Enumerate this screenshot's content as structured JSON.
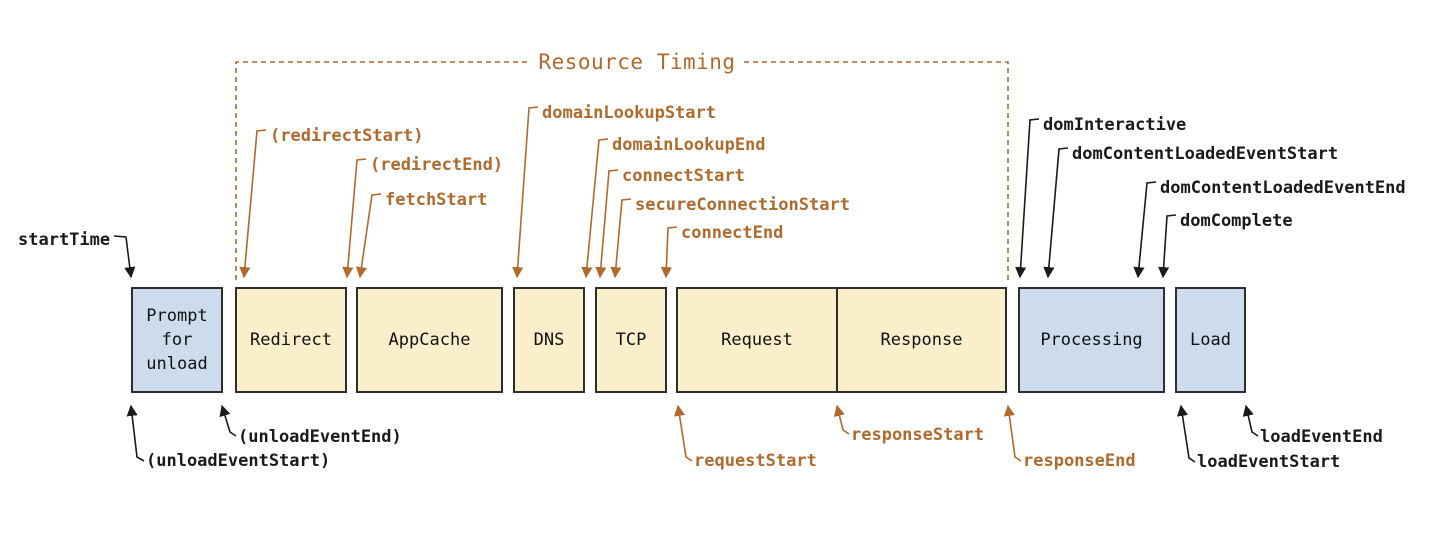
{
  "diagram": {
    "title": "Resource Timing",
    "boxes": [
      {
        "label": "Prompt for unload",
        "phase": "document"
      },
      {
        "label": "Redirect",
        "phase": "network"
      },
      {
        "label": "AppCache",
        "phase": "network"
      },
      {
        "label": "DNS",
        "phase": "network"
      },
      {
        "label": "TCP",
        "phase": "network"
      },
      {
        "label": "Request",
        "phase": "network"
      },
      {
        "label": "Response",
        "phase": "network"
      },
      {
        "label": "Processing",
        "phase": "document"
      },
      {
        "label": "Load",
        "phase": "document"
      }
    ],
    "events": {
      "start_time": "startTime",
      "redirect_start": "(redirectStart)",
      "redirect_end": "(redirectEnd)",
      "fetch_start": "fetchStart",
      "domain_lookup_start": "domainLookupStart",
      "domain_lookup_end": "domainLookupEnd",
      "connect_start": "connectStart",
      "secure_connection_start": "secureConnectionStart",
      "connect_end": "connectEnd",
      "dom_interactive": "domInteractive",
      "dom_content_loaded_event_start": "domContentLoadedEventStart",
      "dom_content_loaded_event_end": "domContentLoadedEventEnd",
      "dom_complete": "domComplete",
      "unload_event_start": "(unloadEventStart)",
      "unload_event_end": "(unloadEventEnd)",
      "request_start": "requestStart",
      "response_start": "responseStart",
      "response_end": "responseEnd",
      "load_event_start": "loadEventStart",
      "load_event_end": "loadEventEnd"
    },
    "colors": {
      "annotation_orange": "#b06a2e",
      "annotation_black": "#1a1a1a",
      "network_phase_fill": "#fbeecb",
      "document_phase_fill": "#ccdcec",
      "box_border": "#2e2e2e"
    }
  }
}
